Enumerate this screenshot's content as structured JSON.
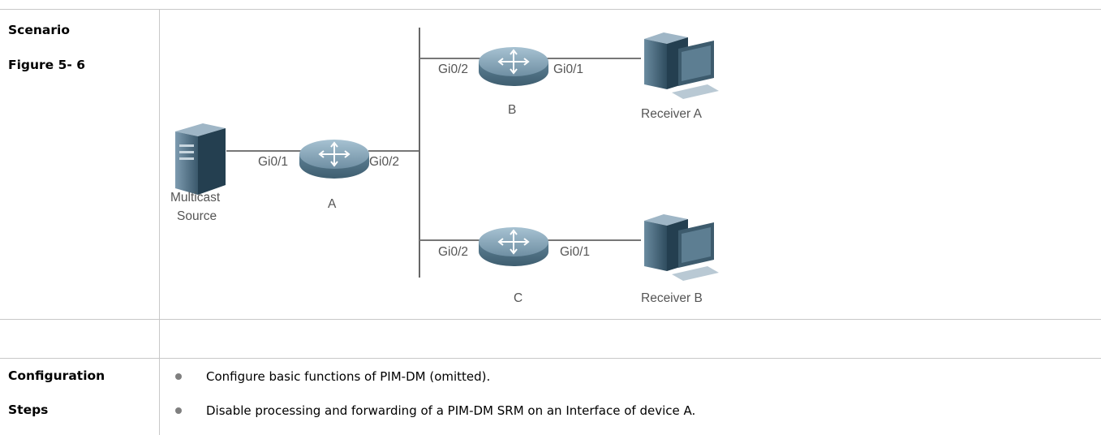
{
  "table": {
    "row1": {
      "label_line1": "Scenario",
      "label_line2": "Figure 5- 6"
    },
    "row3": {
      "label_line1": "Configuration",
      "label_line2": "Steps",
      "steps": [
        "Configure basic functions of PIM-DM (omitted).",
        "Disable processing and forwarding of a PIM-DM SRM on an Interface of device A."
      ]
    }
  },
  "figure": {
    "source_label_line1": "Multicast",
    "source_label_line2": "Source",
    "router_a": {
      "name": "A",
      "left_port": "Gi0/1",
      "right_port": "Gi0/2"
    },
    "router_b": {
      "name": "B",
      "left_port": "Gi0/2",
      "right_port": "Gi0/1"
    },
    "router_c": {
      "name": "C",
      "left_port": "Gi0/2",
      "right_port": "Gi0/1"
    },
    "receiver_a": "Receiver A",
    "receiver_b": "Receiver B"
  }
}
